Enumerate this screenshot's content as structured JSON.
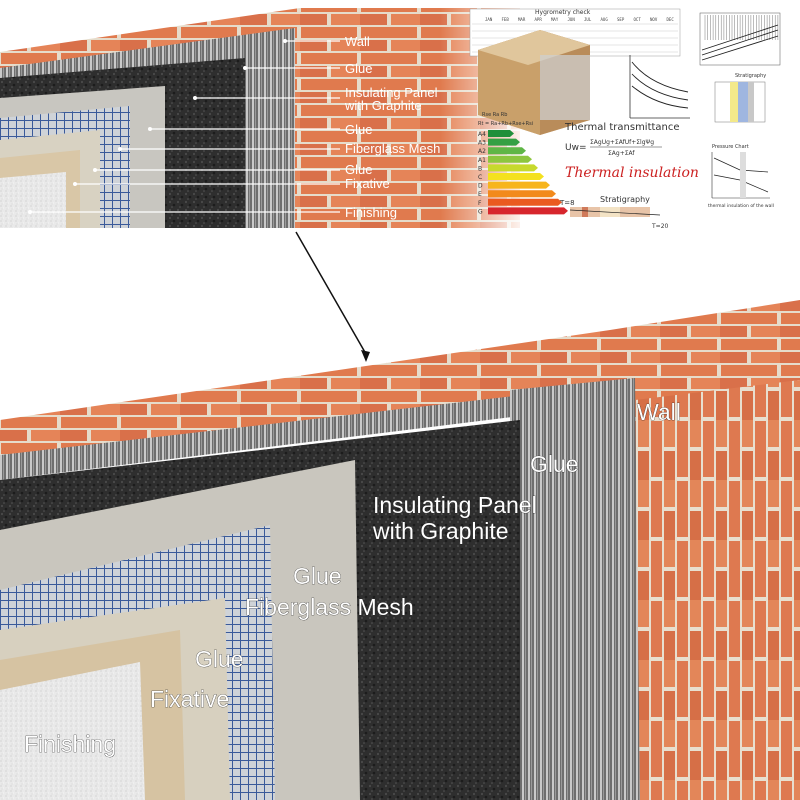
{
  "top_panel": {
    "labels": [
      "Wall",
      "Glue",
      "Insulating Panel\nwith Graphite",
      "Glue",
      "Fiberglass Mesh",
      "Glue",
      "Fixative",
      "Finishing"
    ]
  },
  "bottom_panel": {
    "labels": [
      "Wall",
      "Glue",
      "Insulating Panel\nwith Graphite",
      "Glue",
      "Fiberglass Mesh",
      "Glue",
      "Fixative",
      "Finishing"
    ]
  },
  "infographic": {
    "hygrometry_title": "Hygrometry check",
    "thermal_transmittance": "Thermal transmittance",
    "formula_left": "Uw=",
    "formula_num": "ΣAgUg+ΣAfUf+ΣlgΨg",
    "formula_den": "ΣAg+ΣAf",
    "headline": "Thermal insulation",
    "rse_formula": "Rse Ra Rb",
    "rtot_formula": "Rt = Ra+Rb+Rse+Rsi",
    "stratigraphy_label": "Stratigraphy",
    "stratigraphy_small": "Stratigraphy",
    "pressure_chart": "Pressure Chart",
    "pressure_caption": "thermal insulation of the wall",
    "energy_classes": [
      "A4",
      "A3",
      "A2",
      "A1",
      "B",
      "C",
      "D",
      "E",
      "F",
      "G"
    ],
    "energy_colors": [
      "#1f8f3a",
      "#35a043",
      "#5fb646",
      "#8dc63f",
      "#c7d92d",
      "#f4e11f",
      "#f7b51c",
      "#f28a1c",
      "#ea5a20",
      "#d7262d"
    ],
    "months": [
      "JAN",
      "FEB",
      "MAR",
      "APR",
      "MAY",
      "JUN",
      "JUL",
      "AUG",
      "SEP",
      "OCT",
      "NOV",
      "DEC"
    ],
    "t_label": "T=20",
    "tx_label": "T=8"
  }
}
